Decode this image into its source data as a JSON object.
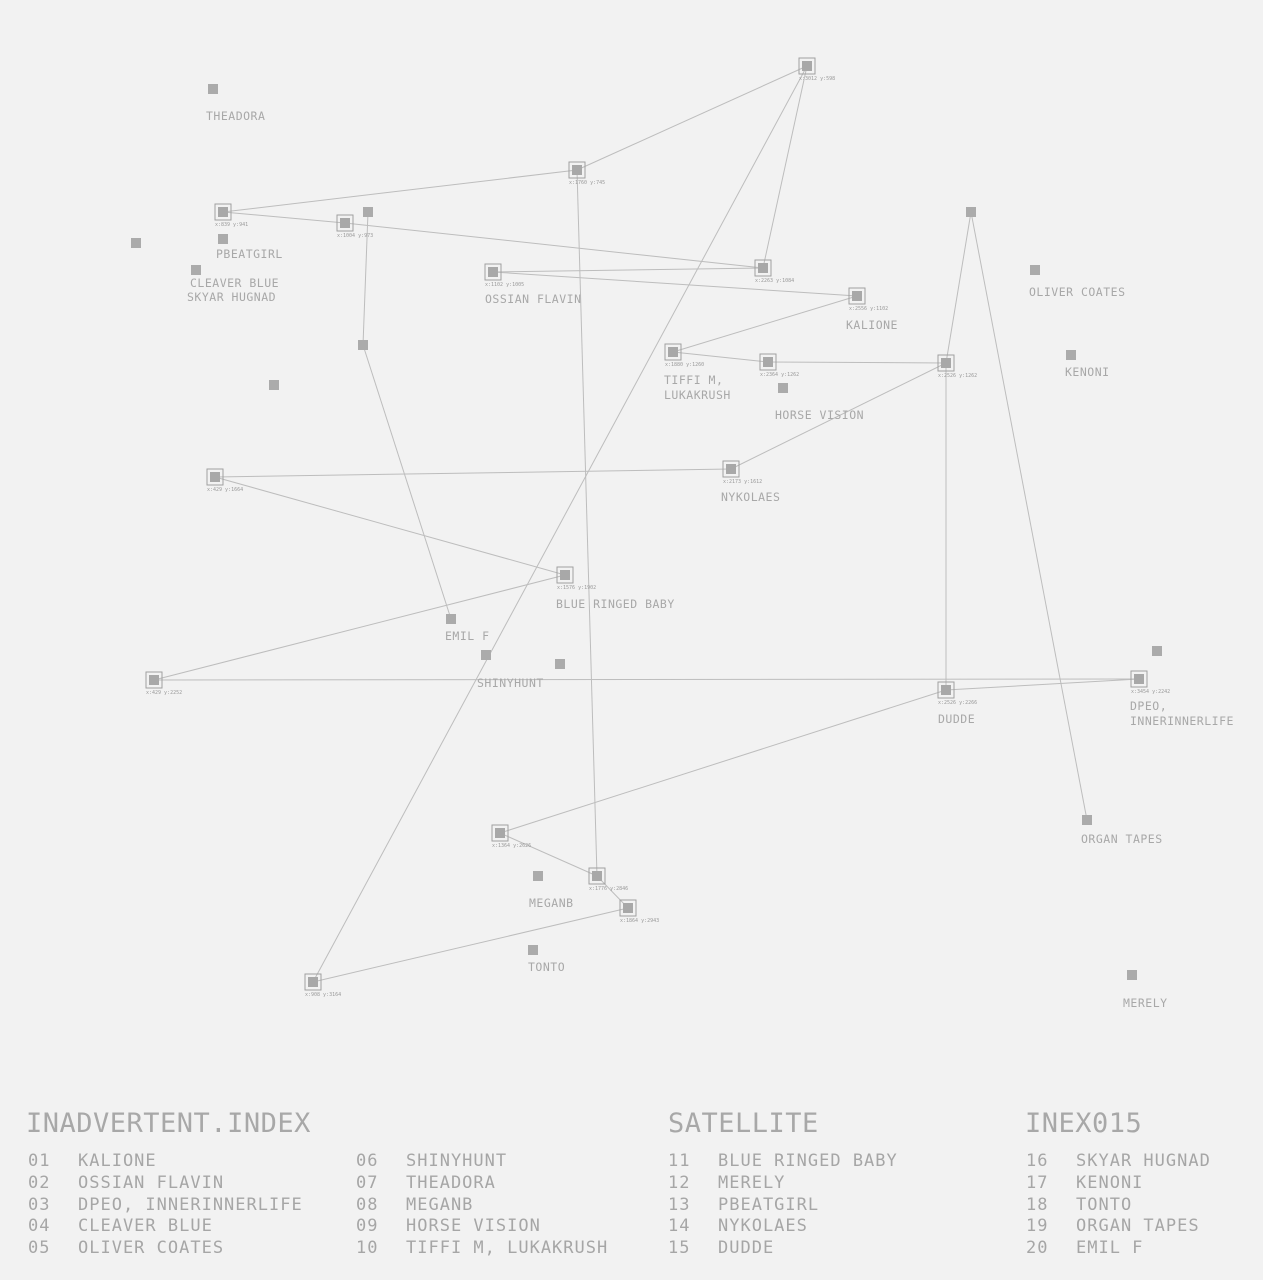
{
  "nodes": [
    {
      "id": "n-v1",
      "coord": "x:3012 y:598"
    },
    {
      "id": "n-v2",
      "coord": "x:1760 y:745"
    },
    {
      "id": "n-v3",
      "coord": "x:839 y:941"
    },
    {
      "id": "n-v4",
      "coord": "x:1004 y:973"
    },
    {
      "id": "n-v5",
      "coord": "x:1102 y:1005"
    },
    {
      "id": "n-v6",
      "coord": "x:2263 y:1084"
    },
    {
      "id": "n-v7",
      "coord": "x:2556 y:1102"
    },
    {
      "id": "n-v8",
      "coord": "x:1880 y:1260"
    },
    {
      "id": "n-v9",
      "coord": "x:2364 y:1262"
    },
    {
      "id": "n-v10",
      "coord": "x:2526 y:1262"
    },
    {
      "id": "n-v11",
      "coord": "x:429 y:1664"
    },
    {
      "id": "n-v12",
      "coord": "x:2173 y:1612"
    },
    {
      "id": "n-v13",
      "coord": "x:1576 y:1902"
    },
    {
      "id": "n-v14",
      "coord": "x:429 y:2252"
    },
    {
      "id": "n-v15",
      "coord": "x:3454 y:2242"
    },
    {
      "id": "n-v16",
      "coord": "x:2526 y:2266"
    },
    {
      "id": "n-v17",
      "coord": "x:1364 y:2626"
    },
    {
      "id": "n-v18",
      "coord": "x:1776 y:2846"
    },
    {
      "id": "n-v19",
      "coord": "x:1864 y:2943"
    },
    {
      "id": "n-v20",
      "coord": "x:908 y:3164"
    }
  ],
  "artist_labels": [
    {
      "id": "theadora",
      "text": "THEADORA"
    },
    {
      "id": "pbeatgirl",
      "text": "PBEATGIRL"
    },
    {
      "id": "cleaver-blue",
      "text": "CLEAVER BLUE"
    },
    {
      "id": "skyar-hugnad",
      "text": "SKYAR HUGNAD"
    },
    {
      "id": "ossian-flavin",
      "text": "OSSIAN FLAVIN"
    },
    {
      "id": "kalione",
      "text": "KALIONE"
    },
    {
      "id": "oliver-coates",
      "text": "OLIVER COATES"
    },
    {
      "id": "kenoni",
      "text": "KENONI"
    },
    {
      "id": "tiffi-1",
      "text": "TIFFI M,"
    },
    {
      "id": "tiffi-2",
      "text": "LUKAKRUSH"
    },
    {
      "id": "horse-vision",
      "text": "HORSE VISION"
    },
    {
      "id": "nykolaes",
      "text": "NYKOLAES"
    },
    {
      "id": "blue-ringed-baby",
      "text": "BLUE RINGED BABY"
    },
    {
      "id": "emil-f",
      "text": "EMIL F"
    },
    {
      "id": "shinyhunt",
      "text": "SHINYHUNT"
    },
    {
      "id": "dudde",
      "text": "DUDDE"
    },
    {
      "id": "dpeo-1",
      "text": "DPEO,"
    },
    {
      "id": "dpeo-2",
      "text": "INNERINNERLIFE"
    },
    {
      "id": "organ-tapes",
      "text": "ORGAN TAPES"
    },
    {
      "id": "meganb",
      "text": "MEGANB"
    },
    {
      "id": "tonto",
      "text": "TONTO"
    },
    {
      "id": "merely",
      "text": "MERELY"
    }
  ],
  "footer": {
    "label": "INADVERTENT.INDEX",
    "title": "SATELLITE",
    "catalog": "INEX015",
    "columns": [
      [
        {
          "num": "01",
          "name": "KALIONE"
        },
        {
          "num": "02",
          "name": "OSSIAN FLAVIN"
        },
        {
          "num": "03",
          "name": "DPEO, INNERINNERLIFE"
        },
        {
          "num": "04",
          "name": "CLEAVER BLUE"
        },
        {
          "num": "05",
          "name": "OLIVER COATES"
        }
      ],
      [
        {
          "num": "06",
          "name": "SHINYHUNT"
        },
        {
          "num": "07",
          "name": "THEADORA"
        },
        {
          "num": "08",
          "name": "MEGANB"
        },
        {
          "num": "09",
          "name": "HORSE VISION"
        },
        {
          "num": "10",
          "name": "TIFFI M, LUKAKRUSH"
        }
      ],
      [
        {
          "num": "11",
          "name": "BLUE RINGED BABY"
        },
        {
          "num": "12",
          "name": "MERELY"
        },
        {
          "num": "13",
          "name": "PBEATGIRL"
        },
        {
          "num": "14",
          "name": "NYKOLAES"
        },
        {
          "num": "15",
          "name": "DUDDE"
        }
      ],
      [
        {
          "num": "16",
          "name": "SKYAR HUGNAD"
        },
        {
          "num": "17",
          "name": "KENONI"
        },
        {
          "num": "18",
          "name": "TONTO"
        },
        {
          "num": "19",
          "name": "ORGAN TAPES"
        },
        {
          "num": "20",
          "name": "EMIL F"
        }
      ]
    ]
  }
}
